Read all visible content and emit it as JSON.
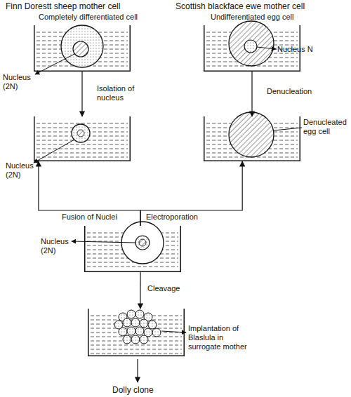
{
  "diagram": {
    "nodes": [
      {
        "text": [
          "Finn Dorestt sheep mother cell",
          "Completely differentiated cell",
          "Nucleus (2N)"
        ]
      },
      {
        "text": [
          "Scottish blackface ewe mother cell",
          "Undifferentiated egg cell",
          "Nucleus N"
        ]
      },
      {
        "text": [
          "Nucleus (2N)"
        ]
      },
      {
        "text": [
          "Denucleated egg cell"
        ]
      },
      {
        "text": [
          "Nucleus (2N)"
        ]
      },
      {
        "text": [
          "Implantation of Blaslula in surrogate mother"
        ]
      }
    ],
    "edges": [
      {
        "from": 0,
        "to": 2,
        "arrow": "to",
        "label": "Isolation of nucleus"
      },
      {
        "from": 1,
        "to": 3,
        "arrow": "to",
        "label": "Denucleation"
      },
      {
        "from": 4,
        "to": 2,
        "arrow": "to",
        "label": "Fusion of Nuclei"
      },
      {
        "from": 4,
        "to": 3,
        "arrow": "to",
        "label": "Electroporation"
      },
      {
        "from": 4,
        "to": 5,
        "arrow": "to",
        "label": "Cleavage"
      }
    ],
    "labels": [
      "Dolly clone"
    ]
  }
}
